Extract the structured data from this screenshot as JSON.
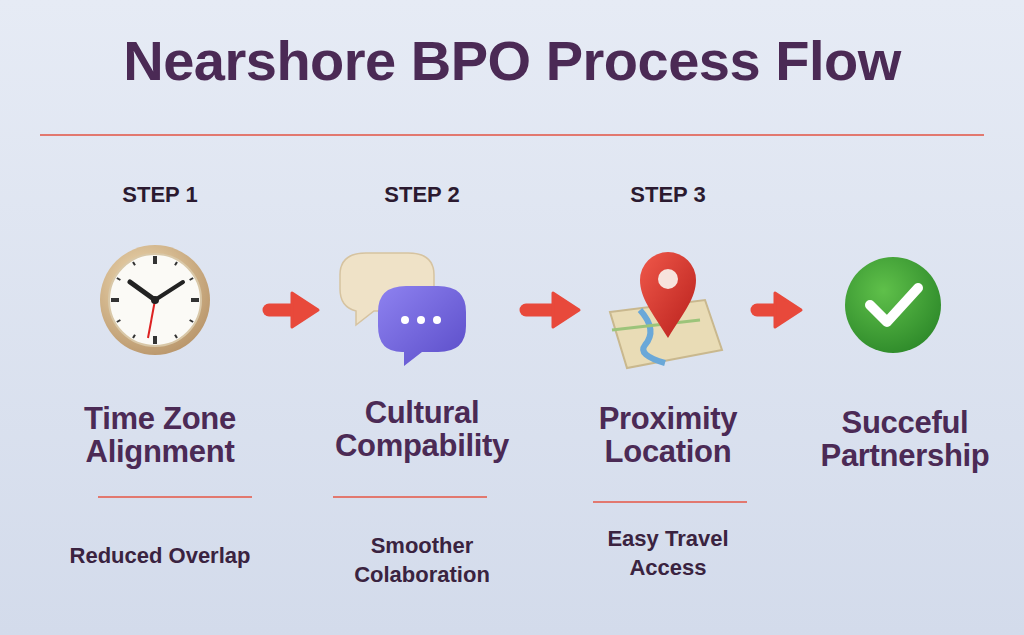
{
  "diagram": {
    "title": "Nearshore BPO Process Flow",
    "nodes": [
      {
        "text": [
          "STEP 1",
          "Time Zone Alignment",
          "Reduced Overlap"
        ]
      },
      {
        "text": [
          "STEP 2",
          "Cultural Compability",
          "Smoother Colaboration"
        ]
      },
      {
        "text": [
          "STEP 3",
          "Proximity Location",
          "Easy Travel Access"
        ]
      },
      {
        "text": [
          "Succeful Partnership"
        ]
      }
    ],
    "edges": [
      {
        "from": 0,
        "to": 1,
        "arrow": "to"
      },
      {
        "from": 1,
        "to": 2,
        "arrow": "to"
      },
      {
        "from": 2,
        "to": 3,
        "arrow": "to"
      }
    ]
  }
}
